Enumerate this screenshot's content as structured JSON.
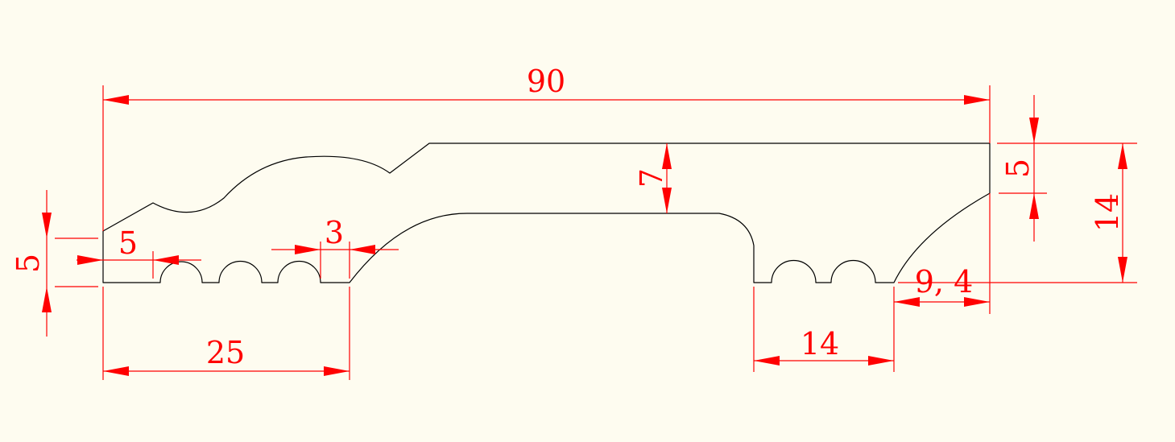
{
  "drawing": {
    "background_color": "#fefcf0",
    "profile_color": "#000000",
    "dimension_color": "#ff0000"
  },
  "dimensions": {
    "overall_width": "90",
    "top_thickness": "7",
    "right_step": "5",
    "right_height": "14",
    "right_offset": "9, 4",
    "left_height": "5",
    "left_groove_offset": "5",
    "groove_gap": "3",
    "left_span": "25",
    "right_groove_span": "14"
  }
}
